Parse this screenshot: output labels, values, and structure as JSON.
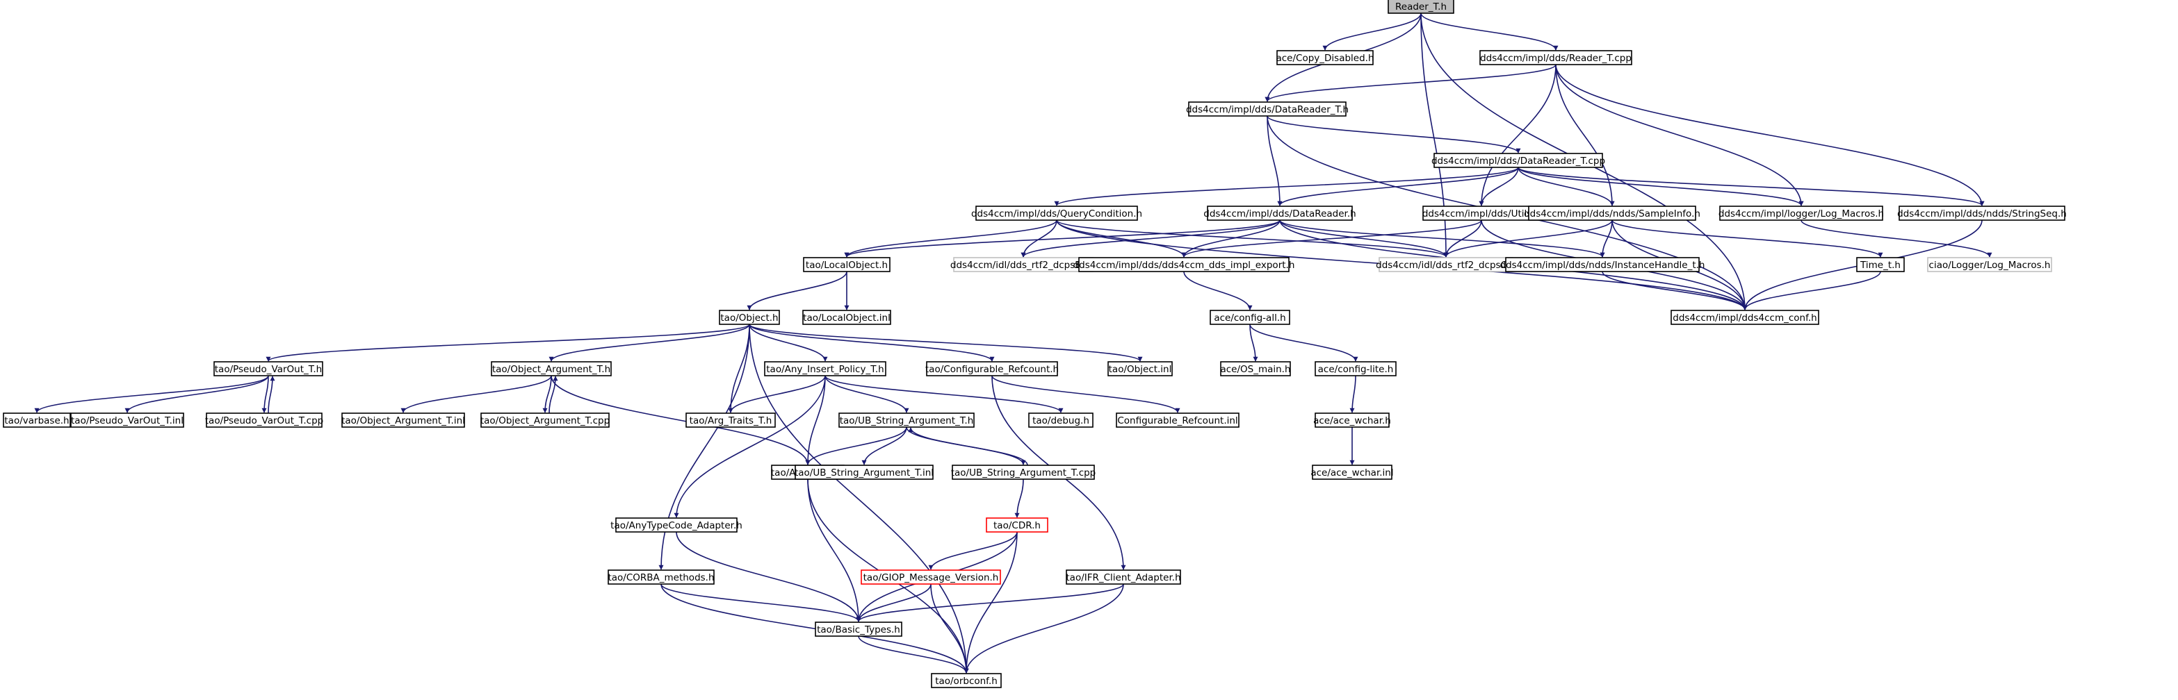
{
  "diagram": {
    "colors": {
      "edge": "#191970",
      "root_fill": "#bfbfbf",
      "node_fill": "#ffffff",
      "node_border": "#000000",
      "truncated_border": "#ff0000",
      "external_border": "#bfbfbf"
    },
    "nodes": [
      {
        "id": "n_reader_t_h",
        "label": "Reader_T.h",
        "style": "root"
      },
      {
        "id": "n_copy_disabled",
        "label": "ace/Copy_Disabled.h",
        "style": "normal"
      },
      {
        "id": "n_reader_t_cpp",
        "label": "dds4ccm/impl/dds/Reader_T.cpp",
        "style": "normal"
      },
      {
        "id": "n_datareader_t_h",
        "label": "dds4ccm/impl/dds/DataReader_T.h",
        "style": "normal"
      },
      {
        "id": "n_datareader_t_cpp",
        "label": "dds4ccm/impl/dds/DataReader_T.cpp",
        "style": "normal"
      },
      {
        "id": "n_querycondition",
        "label": "dds4ccm/impl/dds/QueryCondition.h",
        "style": "normal"
      },
      {
        "id": "n_datareader_h",
        "label": "dds4ccm/impl/dds/DataReader.h",
        "style": "normal"
      },
      {
        "id": "n_utils",
        "label": "dds4ccm/impl/dds/Utils.h",
        "style": "normal"
      },
      {
        "id": "n_sampleinfo",
        "label": "dds4ccm/impl/dds/ndds/SampleInfo.h",
        "style": "normal"
      },
      {
        "id": "n_log_macros",
        "label": "dds4ccm/impl/logger/Log_Macros.h",
        "style": "normal"
      },
      {
        "id": "n_stringseq",
        "label": "dds4ccm/impl/dds/ndds/StringSeq.h",
        "style": "normal"
      },
      {
        "id": "n_localobject",
        "label": "tao/LocalObject.h",
        "style": "normal"
      },
      {
        "id": "n_rtf2_dcpsec",
        "label": "dds4ccm/idl/dds_rtf2_dcpsEC.h",
        "style": "external"
      },
      {
        "id": "n_impl_export",
        "label": "dds4ccm/impl/dds/dds4ccm_dds_impl_export.h",
        "style": "normal"
      },
      {
        "id": "n_rtf2_dcpsc",
        "label": "dds4ccm/idl/dds_rtf2_dcpsC.h",
        "style": "external"
      },
      {
        "id": "n_instancehandle",
        "label": "dds4ccm/impl/dds/ndds/InstanceHandle_t.h",
        "style": "normal"
      },
      {
        "id": "n_time_t",
        "label": "Time_t.h",
        "style": "normal"
      },
      {
        "id": "n_ciao_log_macros",
        "label": "ciao/Logger/Log_Macros.h",
        "style": "external"
      },
      {
        "id": "n_object_h",
        "label": "tao/Object.h",
        "style": "normal"
      },
      {
        "id": "n_localobject_inl",
        "label": "tao/LocalObject.inl",
        "style": "normal"
      },
      {
        "id": "n_config_all",
        "label": "ace/config-all.h",
        "style": "normal"
      },
      {
        "id": "n_dds4ccm_conf",
        "label": "dds4ccm/impl/dds4ccm_conf.h",
        "style": "normal"
      },
      {
        "id": "n_pseudo_varout_h",
        "label": "tao/Pseudo_VarOut_T.h",
        "style": "normal"
      },
      {
        "id": "n_object_argument_h",
        "label": "tao/Object_Argument_T.h",
        "style": "normal"
      },
      {
        "id": "n_any_insert_policy",
        "label": "tao/Any_Insert_Policy_T.h",
        "style": "normal"
      },
      {
        "id": "n_configurable_refcount",
        "label": "tao/Configurable_Refcount.h",
        "style": "normal"
      },
      {
        "id": "n_object_inl",
        "label": "tao/Object.inl",
        "style": "normal"
      },
      {
        "id": "n_os_main",
        "label": "ace/OS_main.h",
        "style": "normal"
      },
      {
        "id": "n_config_lite",
        "label": "ace/config-lite.h",
        "style": "normal"
      },
      {
        "id": "n_varbase",
        "label": "tao/varbase.h",
        "style": "normal"
      },
      {
        "id": "n_pseudo_varout_inl",
        "label": "tao/Pseudo_VarOut_T.inl",
        "style": "normal"
      },
      {
        "id": "n_pseudo_varout_cpp",
        "label": "tao/Pseudo_VarOut_T.cpp",
        "style": "normal"
      },
      {
        "id": "n_object_argument_inl",
        "label": "tao/Object_Argument_T.inl",
        "style": "normal"
      },
      {
        "id": "n_object_argument_cpp",
        "label": "tao/Object_Argument_T.cpp",
        "style": "normal"
      },
      {
        "id": "n_arg_traits",
        "label": "tao/Arg_Traits_T.h",
        "style": "normal"
      },
      {
        "id": "n_ub_string_h",
        "label": "tao/UB_String_Argument_T.h",
        "style": "normal"
      },
      {
        "id": "n_debug",
        "label": "tao/debug.h",
        "style": "normal"
      },
      {
        "id": "n_configurable_refcount_inl",
        "label": "Configurable_Refcount.inl",
        "style": "normal"
      },
      {
        "id": "n_ace_wchar_h",
        "label": "ace/ace_wchar.h",
        "style": "normal"
      },
      {
        "id": "n_argument",
        "label": "tao/Argument.h",
        "style": "normal"
      },
      {
        "id": "n_ub_string_inl",
        "label": "tao/UB_String_Argument_T.inl",
        "style": "normal"
      },
      {
        "id": "n_ub_string_cpp",
        "label": "tao/UB_String_Argument_T.cpp",
        "style": "normal"
      },
      {
        "id": "n_ace_wchar_inl",
        "label": "ace/ace_wchar.inl",
        "style": "normal"
      },
      {
        "id": "n_anytypecode_adapter",
        "label": "tao/AnyTypeCode_Adapter.h",
        "style": "normal"
      },
      {
        "id": "n_cdr",
        "label": "tao/CDR.h",
        "style": "truncated"
      },
      {
        "id": "n_giop_version",
        "label": "tao/GIOP_Message_Version.h",
        "style": "truncated"
      },
      {
        "id": "n_corba_methods",
        "label": "tao/CORBA_methods.h",
        "style": "normal"
      },
      {
        "id": "n_ifr_client_adapter",
        "label": "tao/IFR_Client_Adapter.h",
        "style": "normal"
      },
      {
        "id": "n_basic_types",
        "label": "tao/Basic_Types.h",
        "style": "normal"
      },
      {
        "id": "n_orbconf",
        "label": "tao/orbconf.h",
        "style": "normal"
      }
    ]
  }
}
